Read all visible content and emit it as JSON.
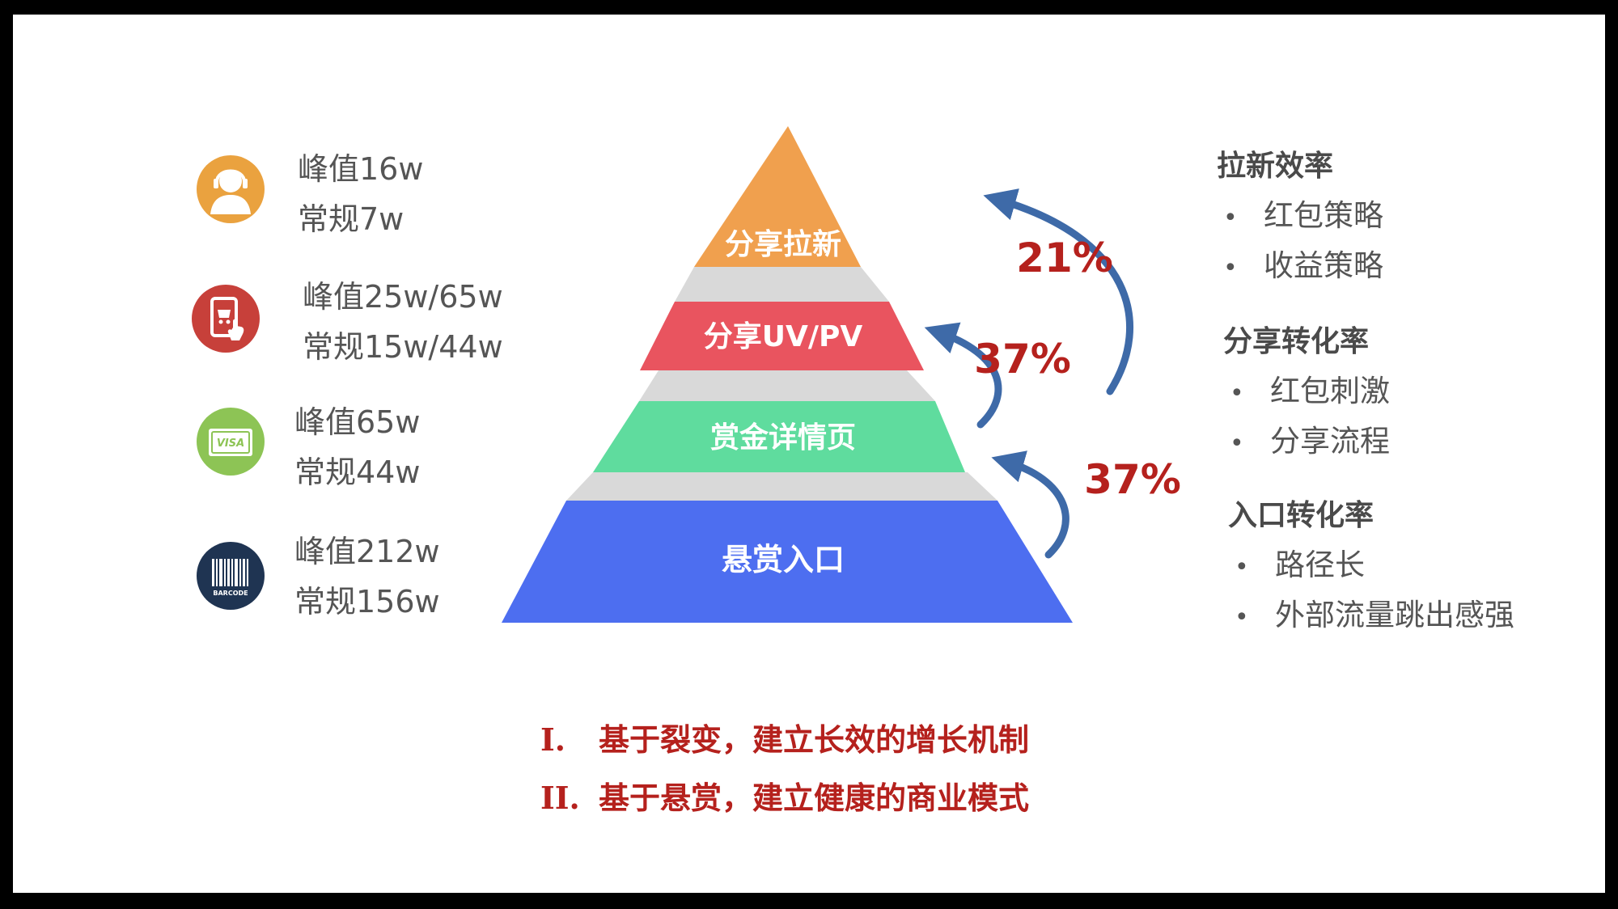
{
  "pyramid": {
    "levels": [
      {
        "label": "分享拉新",
        "color": "#f0a04e"
      },
      {
        "label": "分享UV/PV",
        "color": "#e9545f"
      },
      {
        "label": "赏金详情页",
        "color": "#5fdc9e"
      },
      {
        "label": "悬赏入口",
        "color": "#4d6ef0"
      }
    ],
    "connector_color": "#d9d9d9",
    "arrow_color": "#3e6aa8",
    "rate_color": "#b5211d",
    "rates": [
      "21%",
      "37%",
      "37%"
    ]
  },
  "metrics": [
    {
      "icon": "headset-user-icon",
      "color": "#eaa23f",
      "peak": "峰值16w",
      "normal": "常规7w"
    },
    {
      "icon": "tablet-cart-icon",
      "color": "#c7403a",
      "peak": "峰值25w/65w",
      "normal": "常规15w/44w"
    },
    {
      "icon": "visa-card-icon",
      "color": "#8dc455",
      "icon_text": "VISA",
      "peak": "峰值65w",
      "normal": "常规44w"
    },
    {
      "icon": "barcode-icon",
      "color": "#1f3452",
      "icon_text": "BARCODE",
      "peak": "峰值212w",
      "normal": "常规156w"
    }
  ],
  "factors": [
    {
      "heading": "拉新效率",
      "items": [
        "红包策略",
        "收益策略"
      ]
    },
    {
      "heading": "分享转化率",
      "items": [
        "红包刺激",
        "分享流程"
      ]
    },
    {
      "heading": "入口转化率",
      "items": [
        "路径长",
        "外部流量跳出感强"
      ]
    }
  ],
  "bullet_char": "•",
  "conclusions": [
    {
      "num": "I.",
      "text": "基于裂变，建立长效的增长机制"
    },
    {
      "num": "II.",
      "text": "基于悬赏，建立健康的商业模式"
    }
  ]
}
